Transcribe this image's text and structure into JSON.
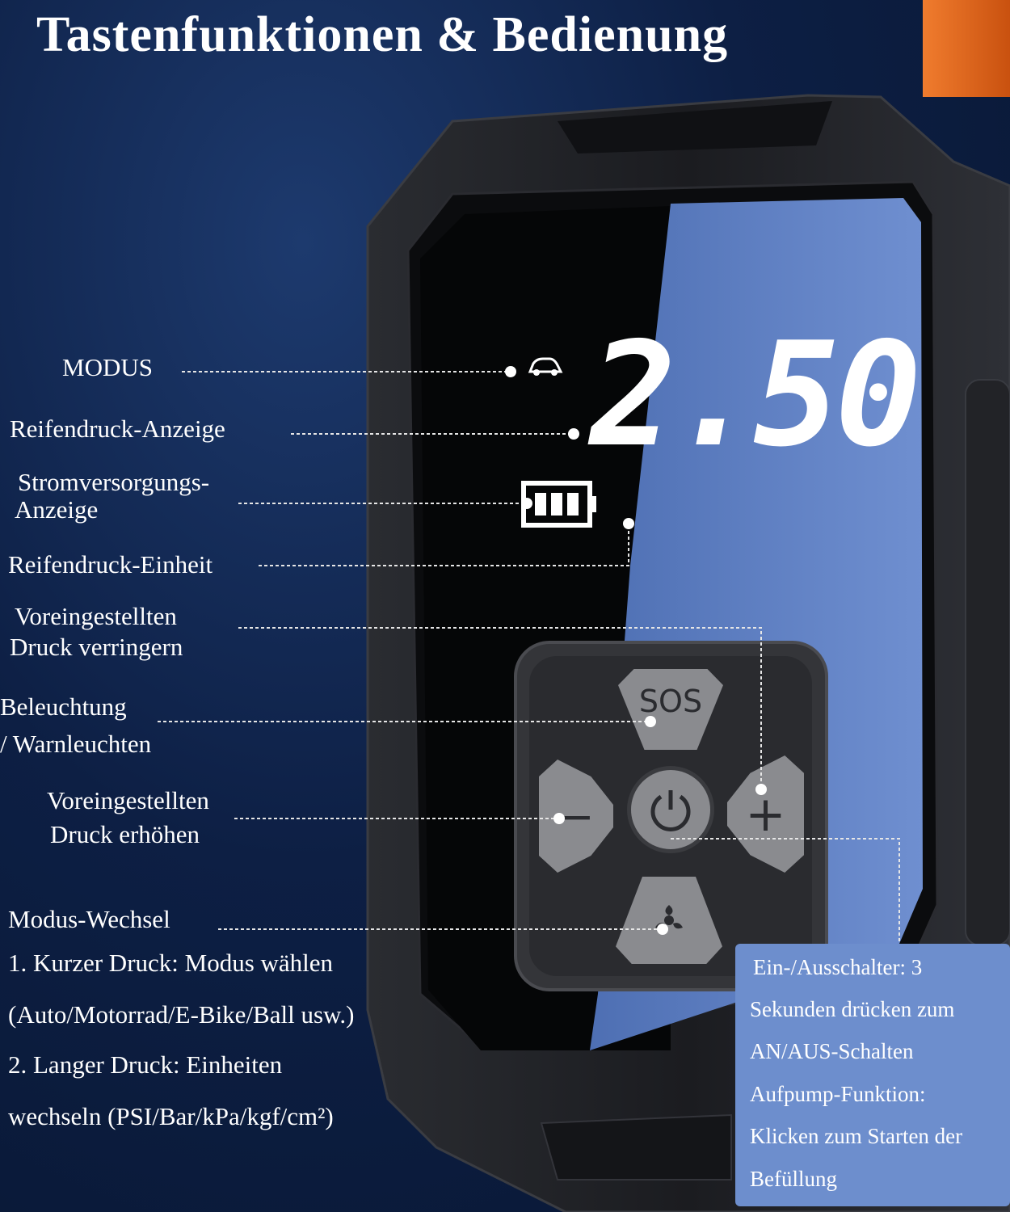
{
  "title": "Tastenfunktionen & Bedienung",
  "display": {
    "pressure_value": "2.50",
    "mode_icon": "car-icon",
    "battery_icon": "battery-icon"
  },
  "buttons": {
    "sos_label": "SOS",
    "minus_label": "−",
    "plus_label": "+",
    "power_icon": "power-icon",
    "mode_icon": "fan-icon"
  },
  "labels": {
    "modus": "MODUS",
    "reifendruck_anzeige": "Reifendruck-Anzeige",
    "strom_line1": "Stromversorgungs-",
    "strom_line2": "Anzeige",
    "reifendruck_einheit": "Reifendruck-Einheit",
    "verringern_line1": "Voreingestellten",
    "verringern_line2": "Druck verringern",
    "beleuchtung_line1": "Beleuchtung",
    "beleuchtung_line2": "/ Warnleuchten",
    "erhoehen_line1": "Voreingestellten",
    "erhoehen_line2": "Druck erhöhen",
    "modus_wechsel": "Modus-Wechsel",
    "modus_wechsel_1": "1. Kurzer Druck: Modus wählen",
    "modus_wechsel_1b": "(Auto/Motorrad/E-Bike/Ball usw.)",
    "modus_wechsel_2": "2. Langer Druck: Einheiten",
    "modus_wechsel_2b": "wechseln (PSI/Bar/kPa/kgf/cm²)"
  },
  "info_box": [
    "Ein-/Ausschalter: 3",
    "Sekunden drücken zum",
    "AN/AUS-Schalten",
    "Aufpump-Funktion:",
    "Klicken zum Starten der",
    "Befüllung"
  ],
  "colors": {
    "accent_blue": "#6d8ecd",
    "screen_blue": "#5a7bc0",
    "orange": "#e8631a"
  }
}
